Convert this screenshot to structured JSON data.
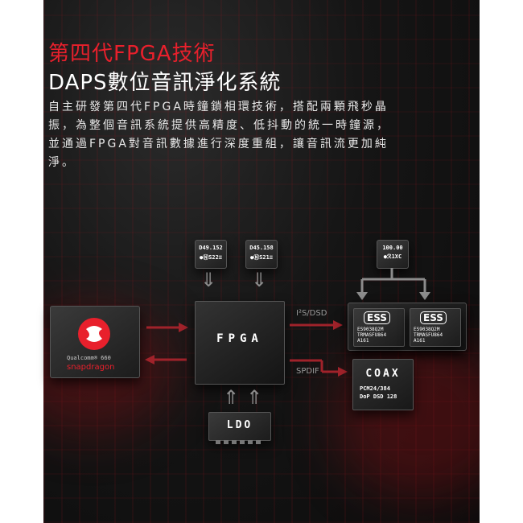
{
  "heading": {
    "title": "第四代FPGA技術",
    "subtitle": "DAPS數位音訊淨化系統"
  },
  "description": "自主研發第四代FPGA時鐘鎖相環技術，搭配兩顆飛秒晶振，為整個音訊系統提供高精度、低抖動的統一時鐘源，並通過FPGA對音訊數據進行深度重組，讓音訊流更加純淨。",
  "diagram": {
    "oscillators": [
      {
        "line1": "D49.152",
        "line2": "●ⓃS22≡"
      },
      {
        "line1": "D45.158",
        "line2": "●ⓃS21≡"
      },
      {
        "line1": "100.00",
        "line2": "●ℛ1XC"
      }
    ],
    "soc": {
      "brand_line1": "Qualcomm® 660",
      "brand_line2": "snapdragon"
    },
    "fpga_label": "FPGA",
    "i2s_label": "I²S/DSD",
    "spdif_label": "SPDIF",
    "dacs": [
      {
        "logo": "ESS",
        "model": "ES9038Q2M",
        "code": "TRMASFU864",
        "lot": "A161"
      },
      {
        "logo": "ESS",
        "model": "ES9038Q2M",
        "code": "TRMASFU864",
        "lot": "A161"
      }
    ],
    "coax": {
      "title": "COAX",
      "line1": "PCM24/384",
      "line2": "DoP DSD 128"
    },
    "ldo_label": "LDO",
    "accent_color": "#e8202c"
  }
}
